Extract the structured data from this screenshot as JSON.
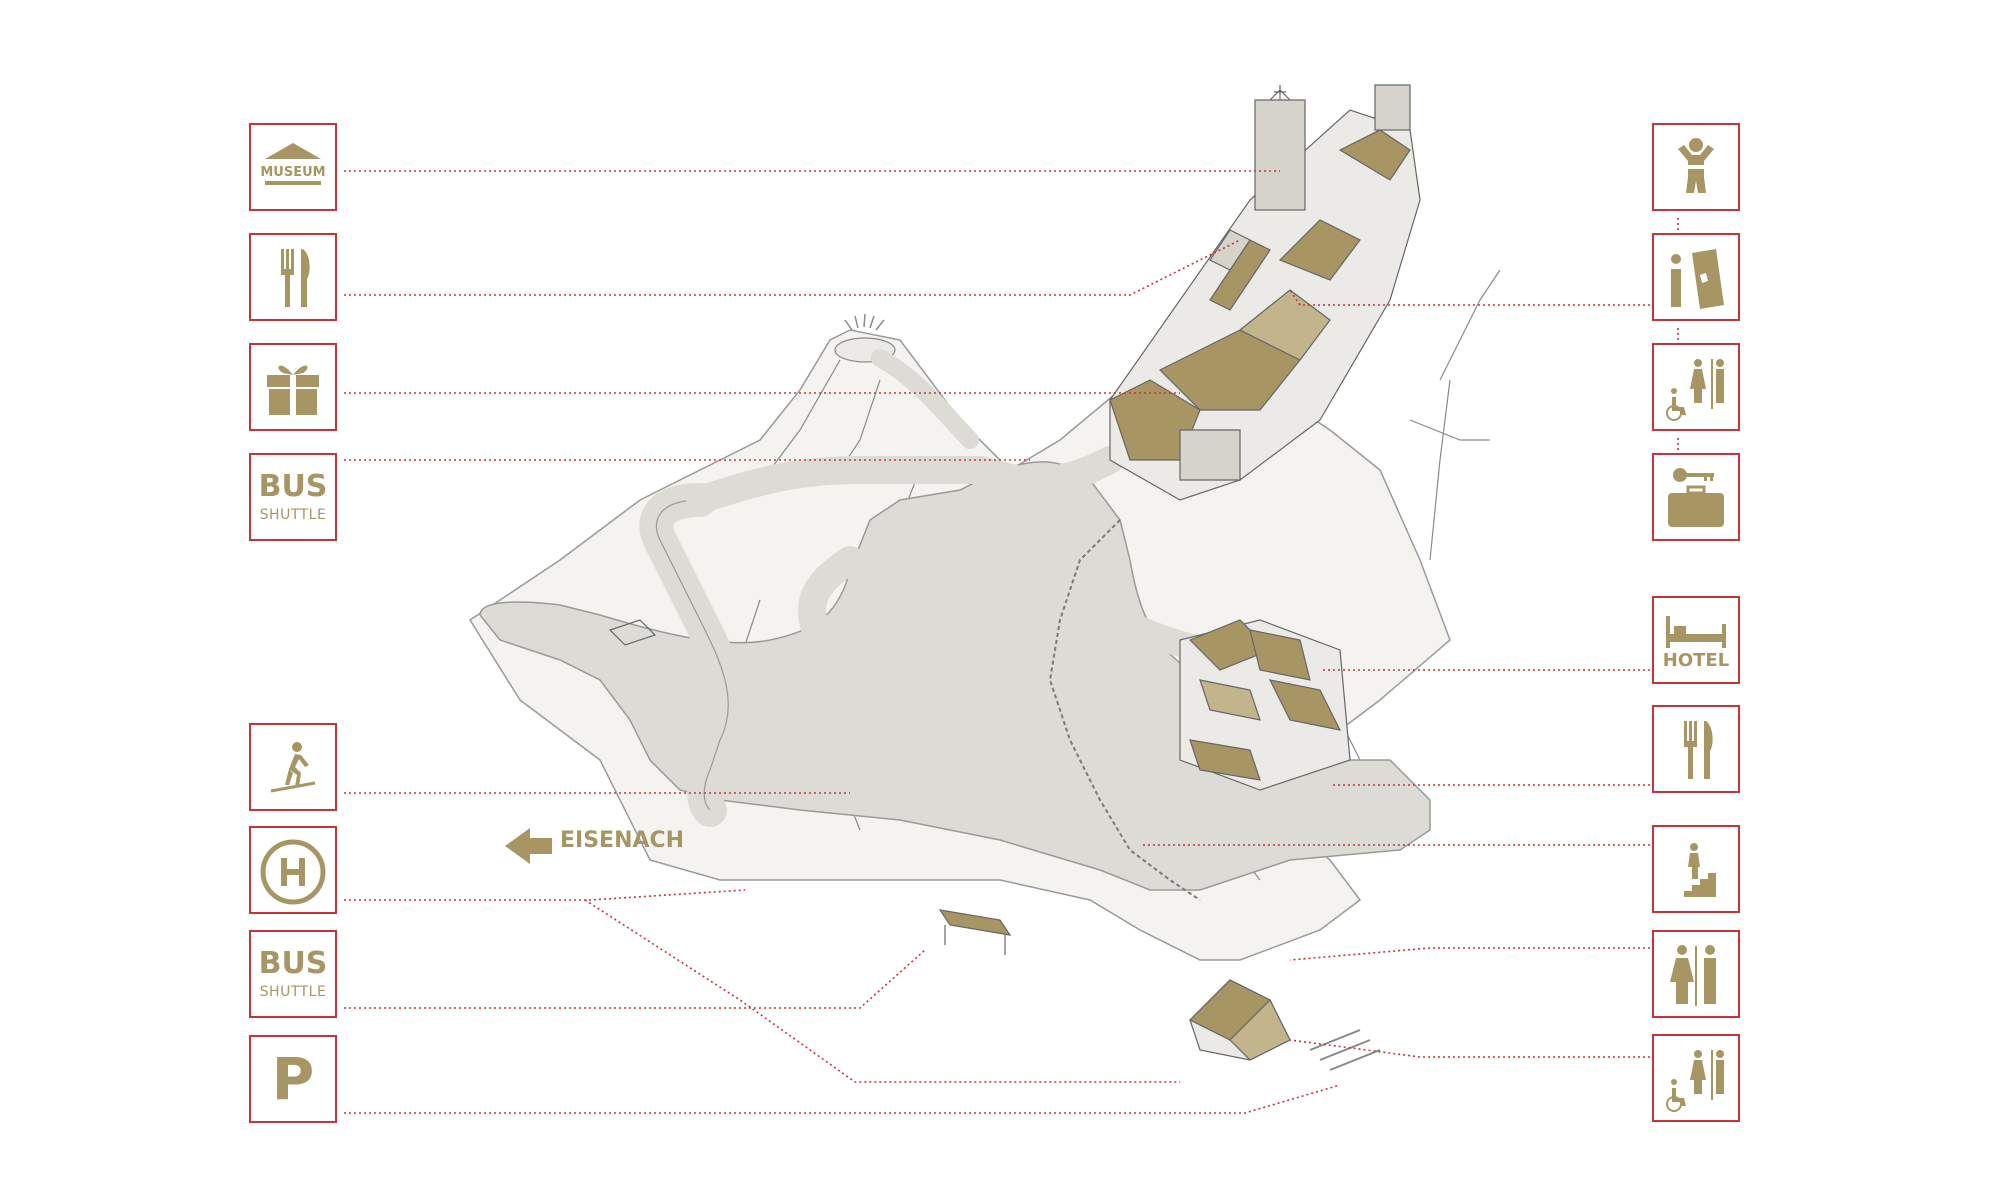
{
  "colors": {
    "accent_red": "#c8323c",
    "gold": "#a89564",
    "terrain": "#ebeae6",
    "road": "#dcdbd6",
    "ink": "#555555"
  },
  "left_legend": [
    {
      "icon": "museum-icon",
      "label": "MUSEUM"
    },
    {
      "icon": "restaurant-icon",
      "label": ""
    },
    {
      "icon": "gift-shop-icon",
      "label": ""
    },
    {
      "icon": "bus-shuttle-icon",
      "label": "BUS",
      "sublabel": "SHUTTLE"
    },
    {
      "icon": "hiking-path-icon",
      "label": ""
    },
    {
      "icon": "helipad-icon",
      "label": ""
    },
    {
      "icon": "bus-shuttle-icon",
      "label": "BUS",
      "sublabel": "SHUTTLE"
    },
    {
      "icon": "parking-icon",
      "label": "P"
    }
  ],
  "right_legend": [
    {
      "icon": "child-friendly-icon",
      "label": ""
    },
    {
      "icon": "info-tickets-icon",
      "label": "i"
    },
    {
      "icon": "restrooms-accessible-icon",
      "label": ""
    },
    {
      "icon": "luggage-key-icon",
      "label": ""
    },
    {
      "icon": "hotel-icon",
      "label": "HOTEL"
    },
    {
      "icon": "restaurant-icon",
      "label": ""
    },
    {
      "icon": "stairs-icon",
      "label": ""
    },
    {
      "icon": "restrooms-icon",
      "label": ""
    },
    {
      "icon": "restrooms-accessible-icon",
      "label": ""
    }
  ],
  "direction": {
    "label": "EISENACH",
    "icon": "arrow-left-icon"
  }
}
